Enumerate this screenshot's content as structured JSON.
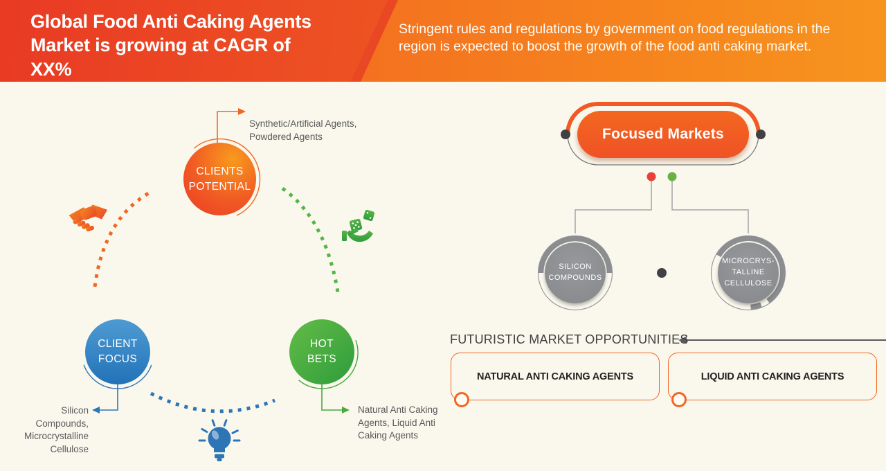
{
  "header": {
    "title": "Global Food Anti Caking Agents Market is growing at CAGR of XX%",
    "subtitle": "Stringent rules and regulations by government on food regulations in the region is expected to boost the growth of the food anti caking market."
  },
  "strategy_map": {
    "clients_potential": {
      "label": "CLIENTS POTENTIAL",
      "annotation": "Synthetic/Artificial Agents, Powdered Agents"
    },
    "client_focus": {
      "label": "CLIENT FOCUS",
      "annotation": "Silicon Compounds, Microcrystalline Cellulose"
    },
    "hot_bets": {
      "label": "HOT BETS",
      "annotation": "Natural Anti Caking Agents, Liquid Anti Caking Agents"
    },
    "icons": [
      {
        "name": "handshake-icon"
      },
      {
        "name": "dice-hand-icon"
      },
      {
        "name": "lightbulb-icon"
      }
    ]
  },
  "focused_markets": {
    "label": "Focused Markets",
    "nodes": [
      {
        "label": "SILICON COMPOUNDS"
      },
      {
        "label": "MICROCRYS- TALLINE CELLULOSE"
      }
    ]
  },
  "futuristic": {
    "heading": "FUTURISTIC MARKET OPPORTUNITIES",
    "items": [
      {
        "label": "NATURAL ANTI CAKING AGENTS"
      },
      {
        "label": "LIQUID ANTI CAKING AGENTS"
      }
    ]
  },
  "colors": {
    "header_gradient_left": "#e93a24",
    "header_gradient_right": "#f7941e",
    "accent_orange": "#f15a24",
    "accent_blue": "#2e75b6",
    "accent_green": "#56b447",
    "node_gray": "#8b8d90",
    "dot_dark": "#414042",
    "dot_red": "#e74138",
    "dot_green": "#68b244",
    "background_cream": "#faf8ed",
    "text_gray": "#58595b",
    "text_dark": "#231f20"
  }
}
